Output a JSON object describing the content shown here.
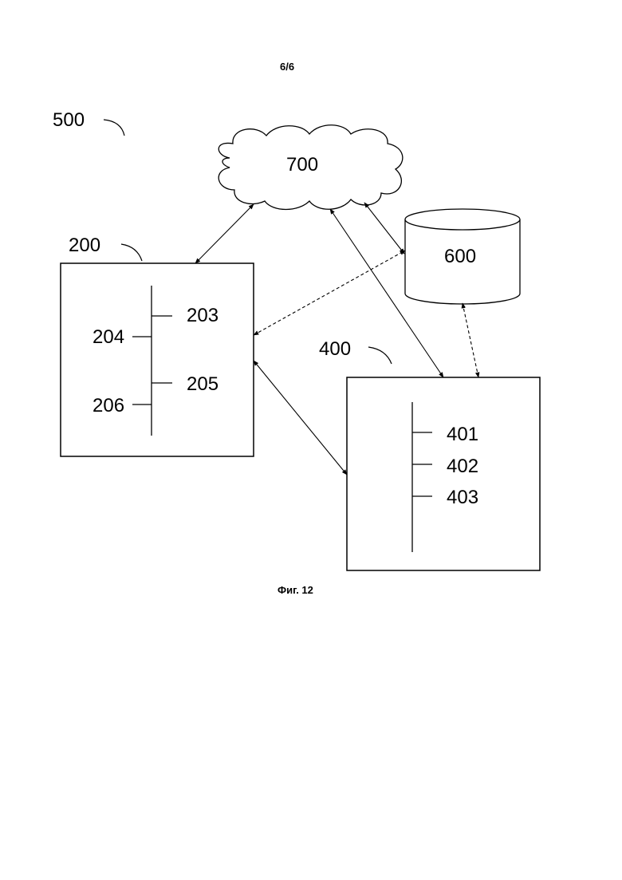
{
  "sheet": {
    "page_label": "6/6",
    "caption": "Фиг. 12"
  },
  "system": {
    "ref": "500"
  },
  "cloud": {
    "ref": "700"
  },
  "database": {
    "ref": "600"
  },
  "device_a": {
    "ref": "200",
    "items": {
      "i203": "203",
      "i204": "204",
      "i205": "205",
      "i206": "206"
    }
  },
  "device_b": {
    "ref": "400",
    "items": {
      "i401": "401",
      "i402": "402",
      "i403": "403"
    }
  }
}
